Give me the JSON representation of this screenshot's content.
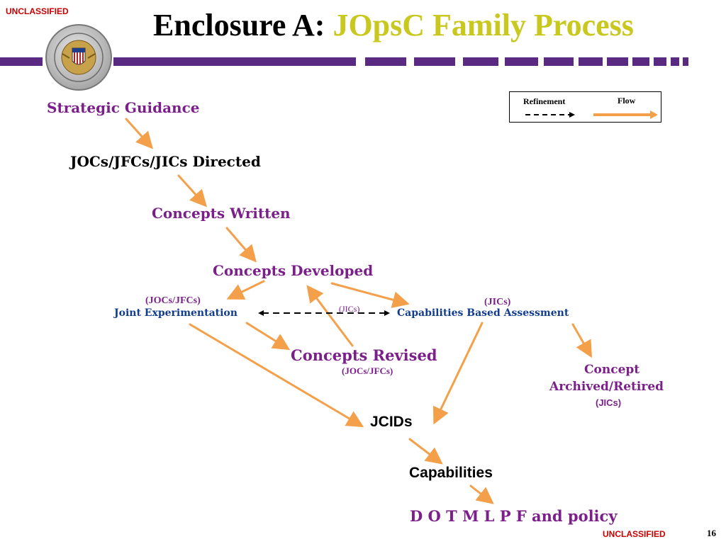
{
  "header": {
    "classification_top": "UNCLASSIFIED",
    "title_prefix": "Enclosure A:",
    "title_accent": "JOpsC Family Process"
  },
  "legend": {
    "refinement_label": "Refinement",
    "flow_label": "Flow"
  },
  "nodes": {
    "strategic_guidance": "Strategic Guidance",
    "jocs_directed": "JOCs/JFCs/JICs Directed",
    "concepts_written": "Concepts Written",
    "concepts_developed": "Concepts Developed",
    "joint_exp_sub": "(JOCs/JFCs)",
    "joint_experimentation": "Joint Experimentation",
    "jics_mid": "(JICs)",
    "cba_sub": "(JICs)",
    "capabilities_based_assessment": "Capabilities Based Assessment",
    "concepts_revised": "Concepts Revised",
    "concepts_revised_sub": "(JOCs/JFCs)",
    "concept_archived_line1": "Concept",
    "concept_archived_line2": "Archived/Retired",
    "concept_archived_sub": "(JICs)",
    "jcids": "JCIDs",
    "capabilities": "Capabilities",
    "dotmlpf": "D O T M L P F and policy"
  },
  "footer": {
    "classification_bottom": "UNCLASSIFIED",
    "page_number": "16"
  },
  "colors": {
    "flow_arrow": "#f4a04a",
    "title_accent": "#c8c81e",
    "header_band": "#5a2a82",
    "purple_text": "#7b1f8a",
    "blue_text": "#123c8c",
    "classification": "#cc0000"
  }
}
